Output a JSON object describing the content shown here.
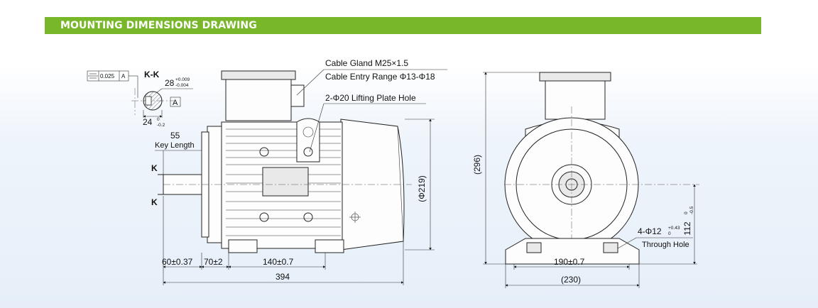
{
  "header": {
    "title": "MOUNTING DIMENSIONS DRAWING",
    "bar_color": "#78b72a"
  },
  "section_view": {
    "title": "K-K",
    "tolerance_frame": {
      "symbol": "symmetry",
      "value": "0.025",
      "datum": "A"
    },
    "keyway_width": "28",
    "keyway_tol_upper": "+0.009",
    "keyway_tol_lower": "-0.004",
    "datum_label": "A",
    "shaft_depth": "24",
    "shaft_depth_tol_upper": "0",
    "shaft_depth_tol_lower": "-0.2"
  },
  "side_view": {
    "cable_gland": "Cable Gland M25×1.5",
    "cable_entry": "Cable Entry Range Φ13-Φ18",
    "lifting_hole": "2-Φ20 Lifting Plate Hole",
    "key_length_value": "55",
    "key_length_label": "Key Length",
    "section_mark_top": "K",
    "section_mark_bottom": "K",
    "diameter_label": "(Φ219)",
    "dim_shaft": "60±0.37",
    "dim_offset": "70±2",
    "dim_foot_spacing": "140±0.7",
    "dim_total_length": "394"
  },
  "front_view": {
    "total_height": "(296)",
    "shaft_height": "112",
    "shaft_height_tol_upper": "0",
    "shaft_height_tol_lower": "-0.5",
    "holes_label": "4-Φ12",
    "holes_tol_upper": "+0.43",
    "holes_tol_lower": "0",
    "through_hole": "Through Hole",
    "dim_foot_spacing": "190±0.7",
    "dim_total_width": "(230)"
  }
}
